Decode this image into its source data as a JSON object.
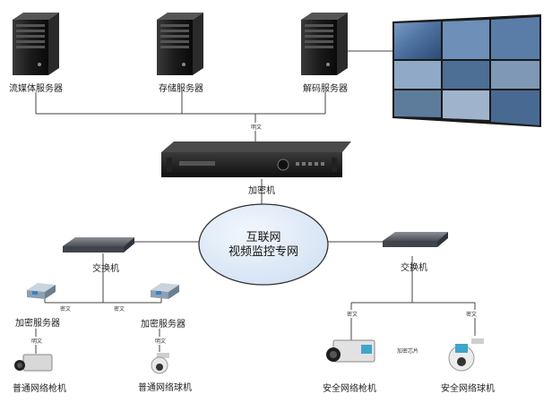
{
  "servers": {
    "streaming": "流媒体服务器",
    "storage": "存储服务器",
    "decoding": "解码服务器"
  },
  "encryptor": "加密机",
  "network": {
    "line1": "互联网",
    "line2": "视频监控专网"
  },
  "switches": {
    "left": "交换机",
    "right": "交换机"
  },
  "endpoints": {
    "left_encrypt_server": "加密服务器",
    "right_encrypt_server": "加密服务器",
    "bullet_camera": "普通网络枪机",
    "dome_camera": "普通网络球机",
    "secure_bullet": "安全网络枪机",
    "secure_dome": "安全网络球机"
  },
  "link_labels": {
    "ciphertext": "密文",
    "plaintext": "明文",
    "chip": "加密芯片"
  }
}
